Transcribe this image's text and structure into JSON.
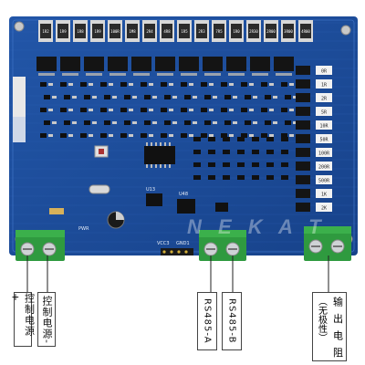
{
  "labels": {
    "ctrl_plus": "控制电源+",
    "ctrl_minus": "控制电源-",
    "rs485_a": "RS485-A",
    "rs485_b": "RS485-B",
    "output": "输 出 电 阻",
    "output_note": "（无极性）"
  },
  "silkscreen": {
    "watermark": "N E K A T",
    "power_tag": "PWR",
    "chip1": "U13",
    "chip2": "U48",
    "vcc": "VCC3",
    "gnd": "GND1",
    "resistor_values": [
      "1R2",
      "1R9",
      "1R8",
      "1R9",
      "100R",
      "1M8",
      "2R4",
      "4R8",
      "1R5",
      "2R3",
      "7R5",
      "1R0",
      "2R30",
      "2R00",
      "3R00",
      "4R00"
    ],
    "right_tags": [
      "0R",
      "1R",
      "2R",
      "5R",
      "10R",
      "50R",
      "100R",
      "200R",
      "500R",
      "1K",
      "2K"
    ]
  },
  "colors": {
    "pcb": "#1f4fa0",
    "pcb_dark": "#163a7a",
    "terminal": "#2e9a3e",
    "relay": "#1a1a1a",
    "resistor": "#2b2b2b",
    "copper": "#c9a46a"
  }
}
